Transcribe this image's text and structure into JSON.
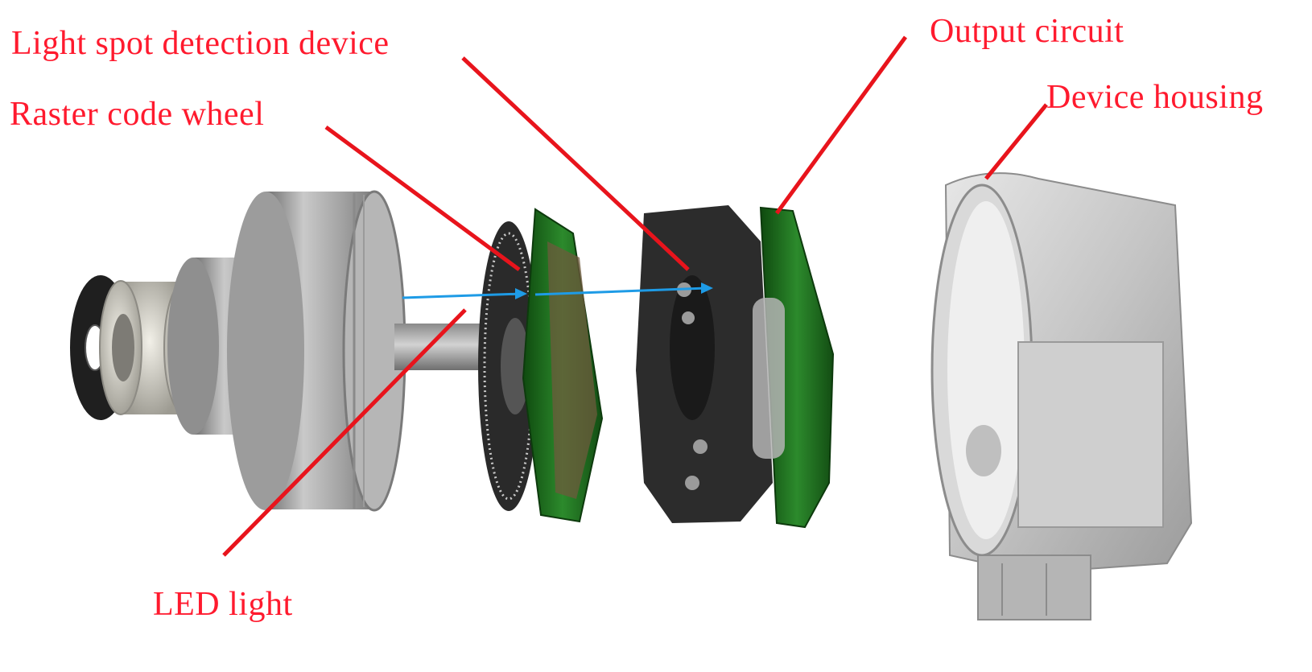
{
  "colors": {
    "label": "#ff1a2e",
    "leader_line": "#e8141c",
    "light_arrow": "#1e9be6",
    "housing": "#c4c4c4",
    "metal": "#a9a9a9",
    "dark_part": "#2b2b2b",
    "pcb_green": "#1f6b1f"
  },
  "labels": {
    "light_spot": "Light spot detection device",
    "raster_wheel": "Raster code wheel",
    "output_circuit": "Output circuit",
    "device_housing": "Device housing",
    "led_light": "LED light"
  }
}
